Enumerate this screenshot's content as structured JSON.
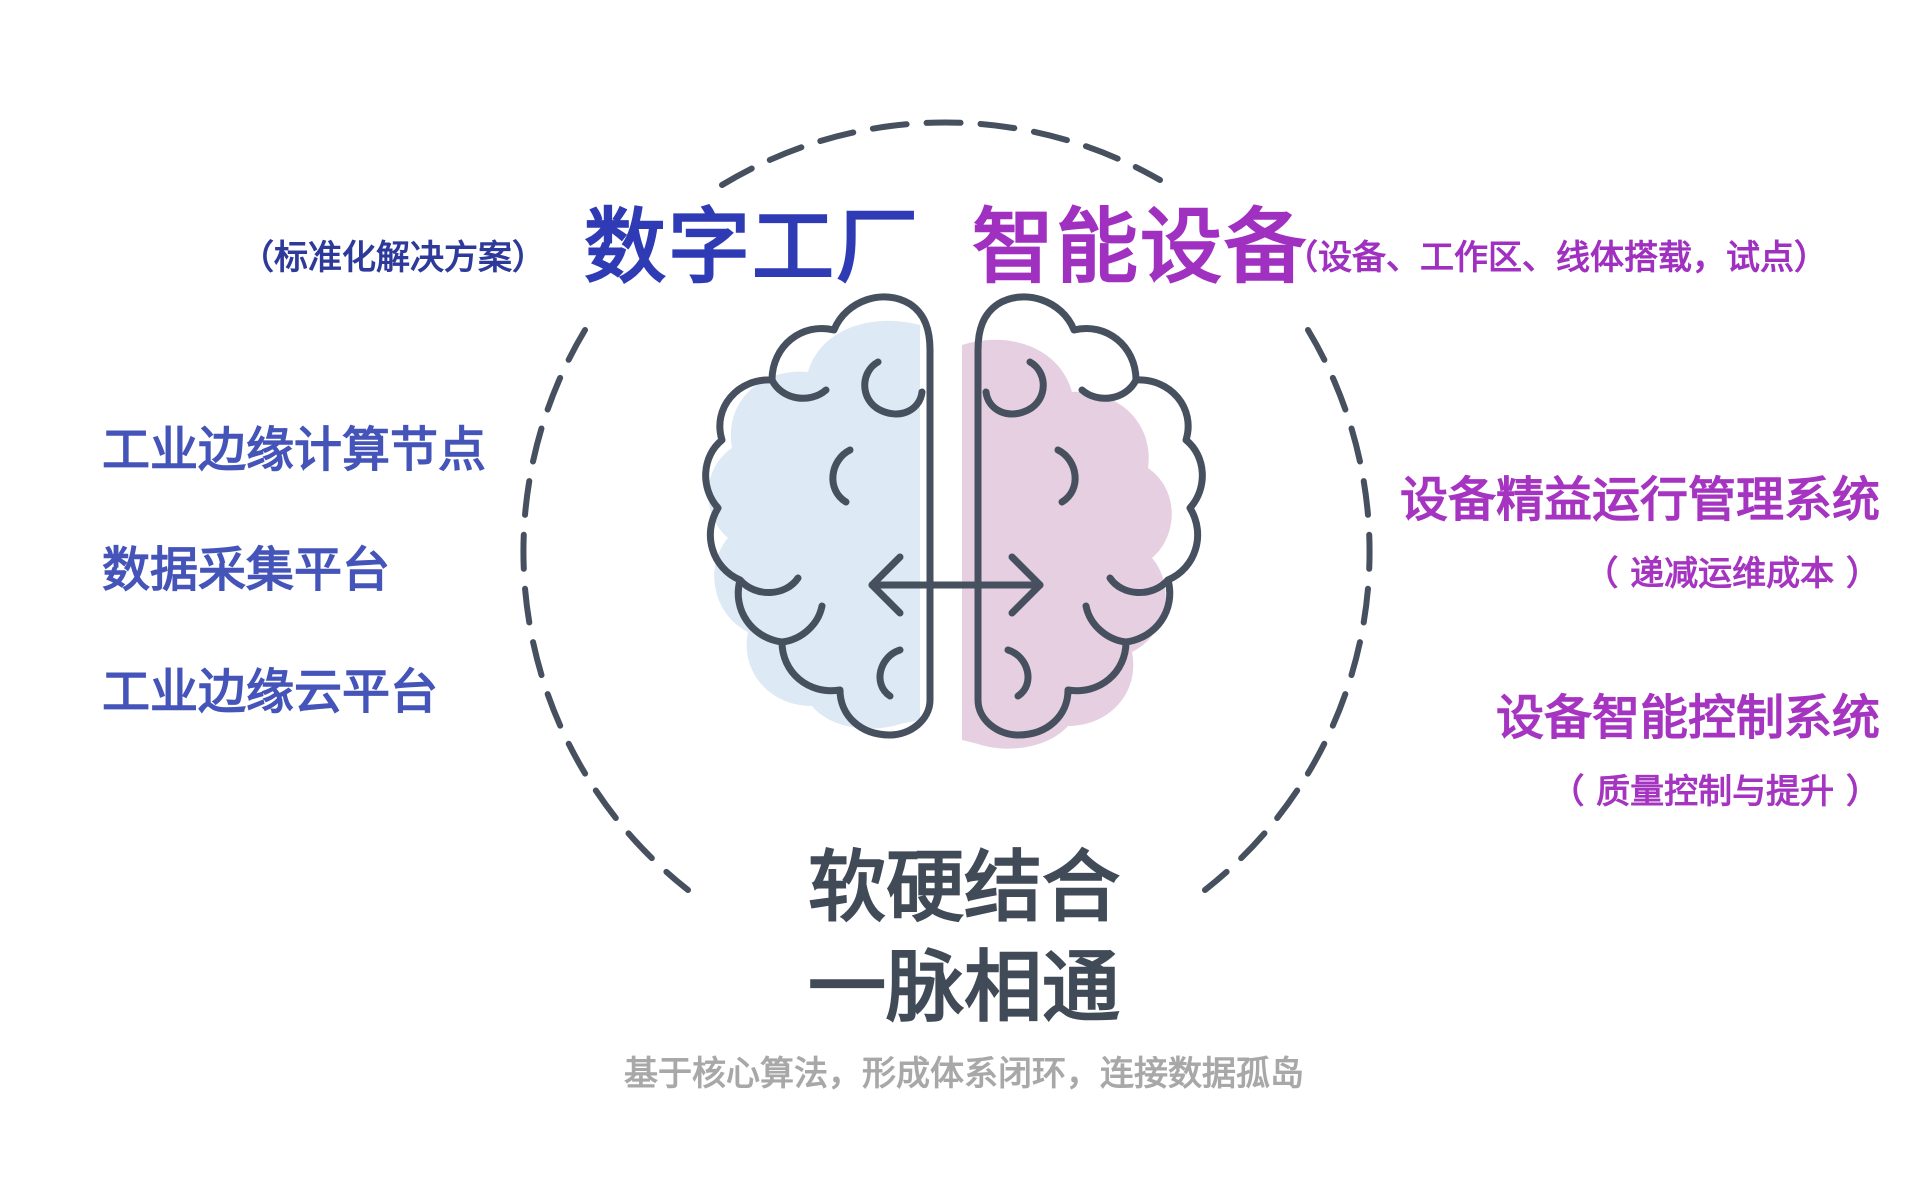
{
  "header": {
    "left_paren": "（标准化解决方案）",
    "left_title": "数字工厂",
    "right_title": "智能设备",
    "right_paren": "（设备、工作区、线体搭载，试点）"
  },
  "left_items": [
    "工业边缘计算节点",
    "数据采集平台",
    "工业边缘云平台"
  ],
  "right_items": [
    {
      "title": "设备精益运行管理系统",
      "sub": "（ 递减运维成本 ）"
    },
    {
      "title": "设备智能控制系统",
      "sub": "（ 质量控制与提升 ）"
    }
  ],
  "center": {
    "line1": "软硬结合",
    "line2": "一脉相通",
    "caption": "基于核心算法，形成体系闭环，连接数据孤岛"
  },
  "icons": {
    "center": "brain-icon",
    "arrow": "double-arrow-icon"
  },
  "colors": {
    "blue": "#2f3bb5",
    "purple": "#a030c0",
    "dark": "#414a57",
    "gray": "#a8a8a8",
    "brain_left_fill": "#dde9f4",
    "brain_right_fill": "#e6cfe1",
    "stroke": "#46505e"
  }
}
